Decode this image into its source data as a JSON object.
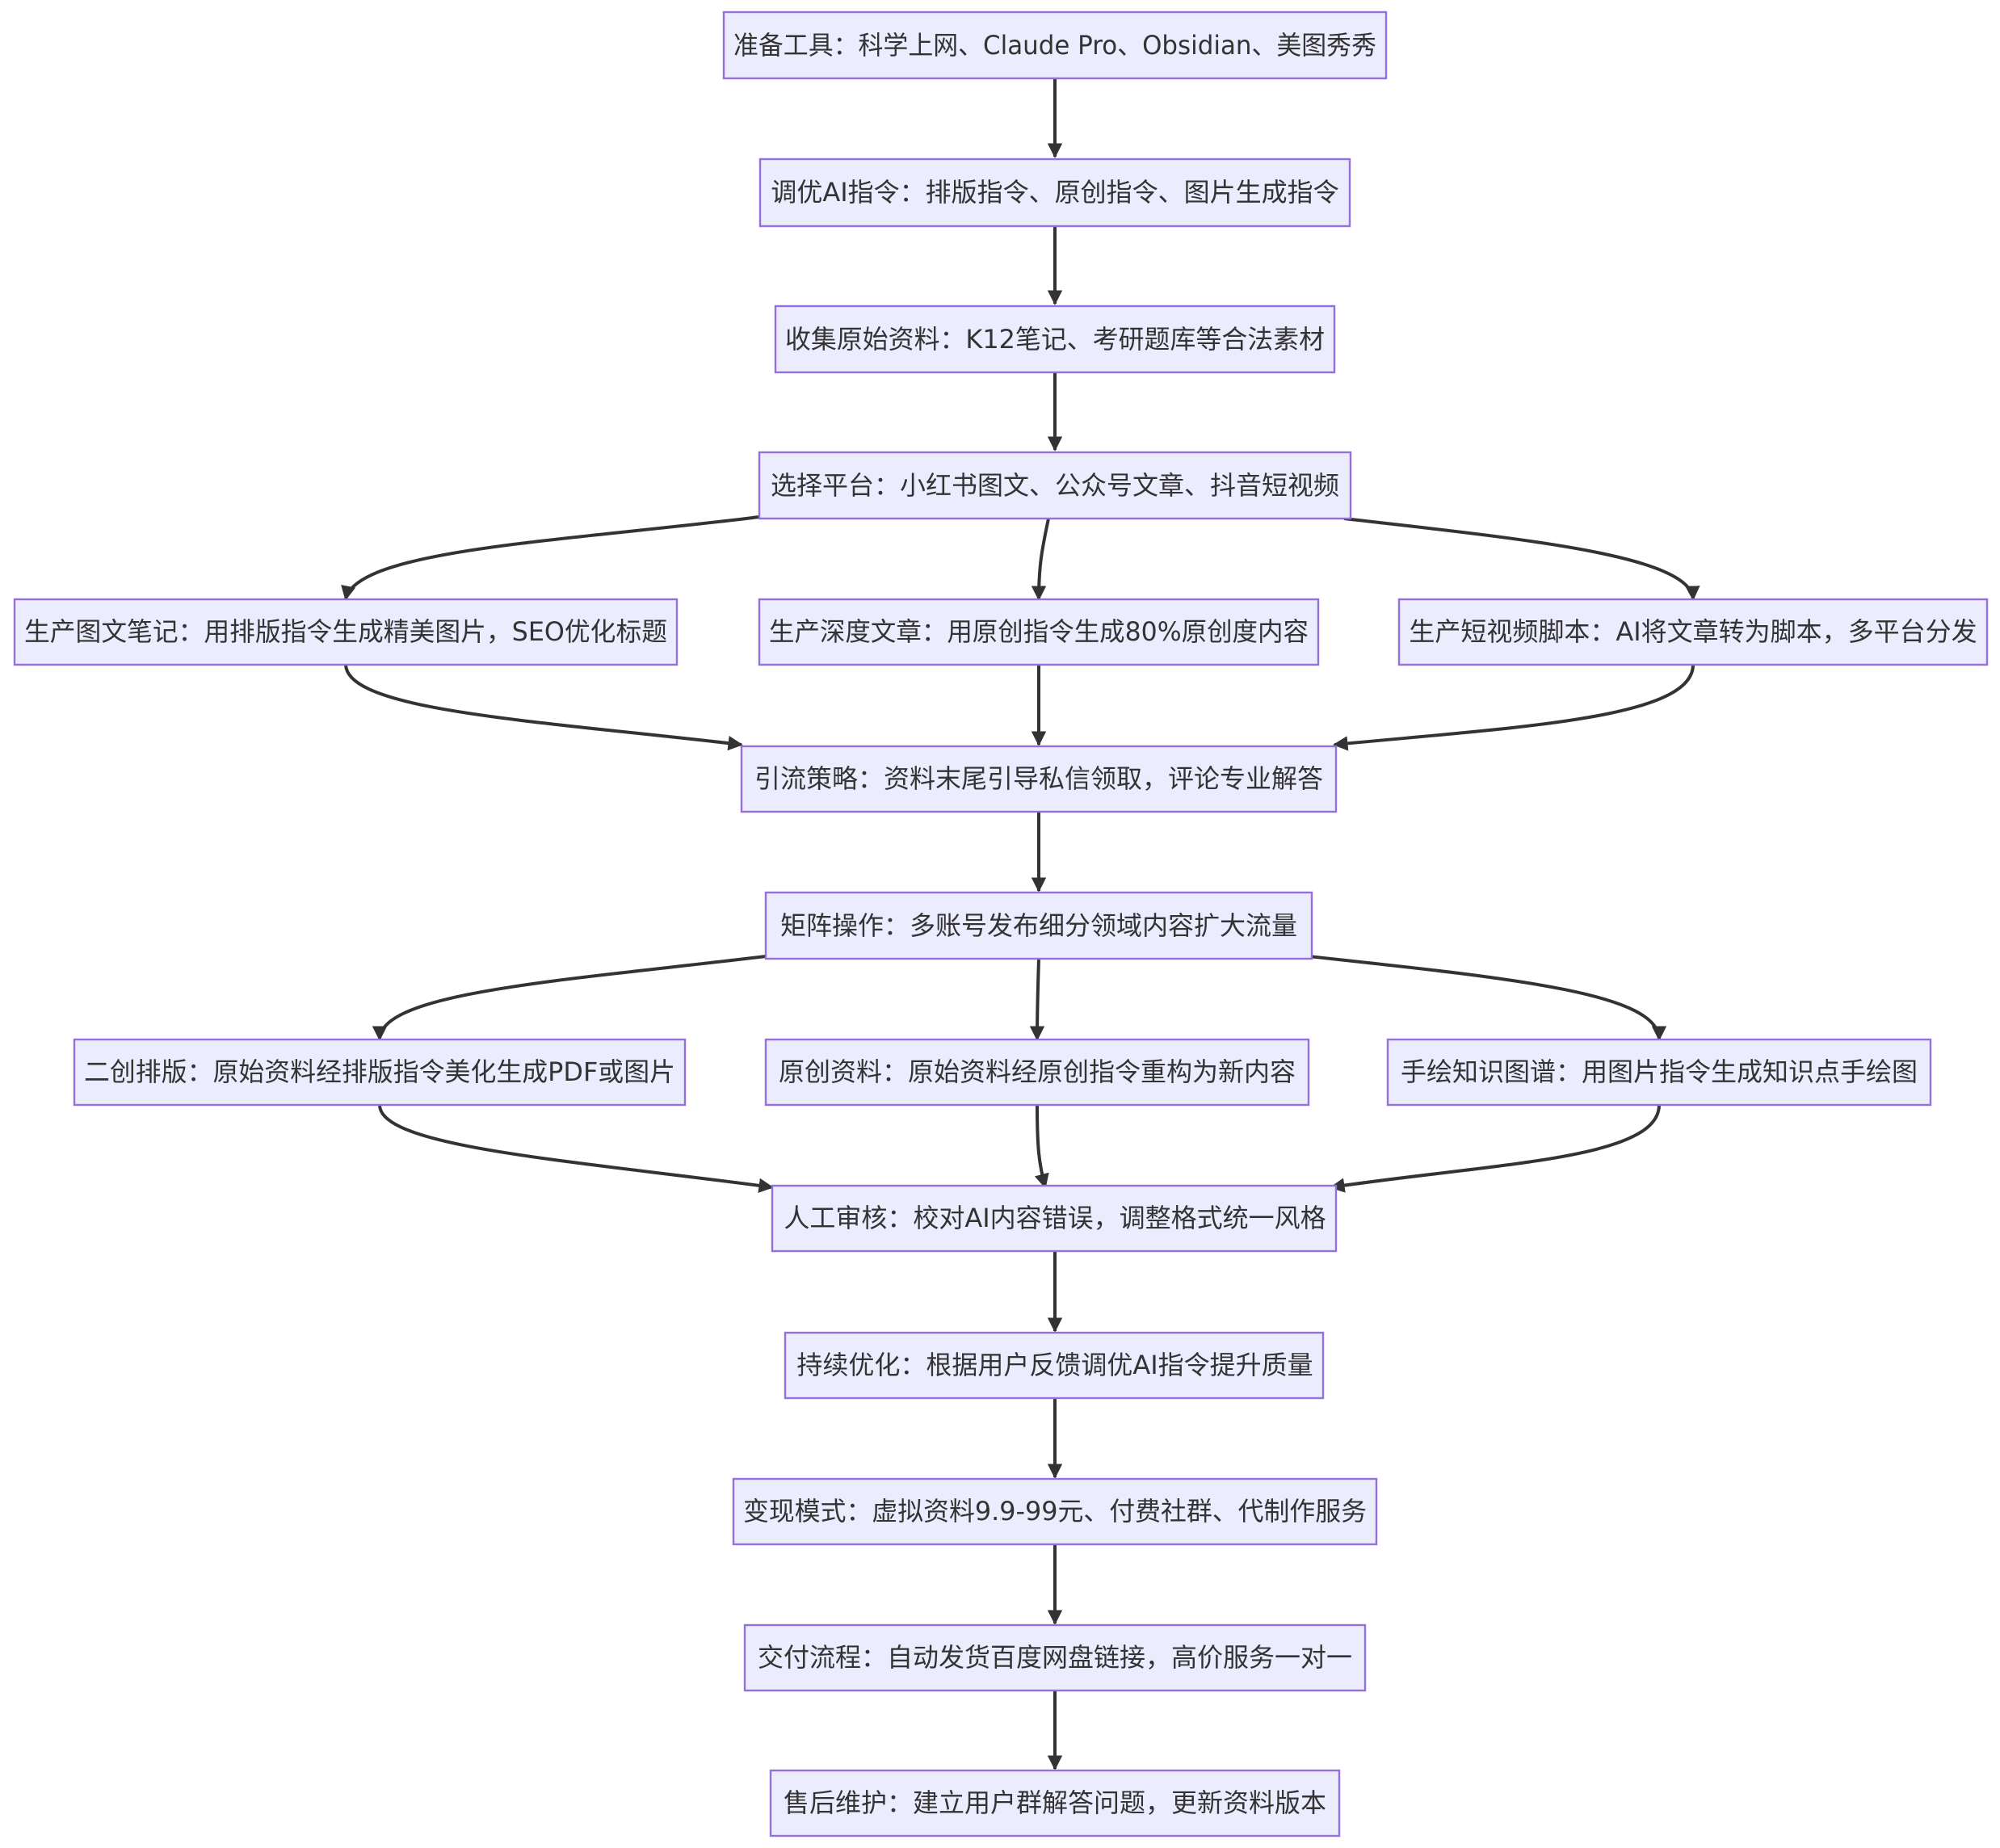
{
  "flowchart": {
    "nodes": [
      {
        "id": "n1",
        "label": "准备工具：科学上网、Claude Pro、Obsidian、美图秀秀"
      },
      {
        "id": "n2",
        "label": "调优AI指令：排版指令、原创指令、图片生成指令"
      },
      {
        "id": "n3",
        "label": "收集原始资料：K12笔记、考研题库等合法素材"
      },
      {
        "id": "n4",
        "label": "选择平台：小红书图文、公众号文章、抖音短视频"
      },
      {
        "id": "n5a",
        "label": "生产图文笔记：用排版指令生成精美图片，SEO优化标题"
      },
      {
        "id": "n5b",
        "label": "生产深度文章：用原创指令生成80%原创度内容"
      },
      {
        "id": "n5c",
        "label": "生产短视频脚本：AI将文章转为脚本，多平台分发"
      },
      {
        "id": "n6",
        "label": "引流策略：资料末尾引导私信领取，评论专业解答"
      },
      {
        "id": "n7",
        "label": "矩阵操作：多账号发布细分领域内容扩大流量"
      },
      {
        "id": "n8a",
        "label": "二创排版：原始资料经排版指令美化生成PDF或图片"
      },
      {
        "id": "n8b",
        "label": "原创资料：原始资料经原创指令重构为新内容"
      },
      {
        "id": "n8c",
        "label": "手绘知识图谱：用图片指令生成知识点手绘图"
      },
      {
        "id": "n9",
        "label": "人工审核：校对AI内容错误，调整格式统一风格"
      },
      {
        "id": "n10",
        "label": "持续优化：根据用户反馈调优AI指令提升质量"
      },
      {
        "id": "n11",
        "label": "变现模式：虚拟资料9.9-99元、付费社群、代制作服务"
      },
      {
        "id": "n12",
        "label": "交付流程：自动发货百度网盘链接，高价服务一对一"
      },
      {
        "id": "n13",
        "label": "售后维护：建立用户群解答问题，更新资料版本"
      }
    ],
    "edges": [
      {
        "from": "n1",
        "to": "n2"
      },
      {
        "from": "n2",
        "to": "n3"
      },
      {
        "from": "n3",
        "to": "n4"
      },
      {
        "from": "n4",
        "to": "n5a"
      },
      {
        "from": "n4",
        "to": "n5b"
      },
      {
        "from": "n4",
        "to": "n5c"
      },
      {
        "from": "n5a",
        "to": "n6"
      },
      {
        "from": "n5b",
        "to": "n6"
      },
      {
        "from": "n5c",
        "to": "n6"
      },
      {
        "from": "n6",
        "to": "n7"
      },
      {
        "from": "n7",
        "to": "n8a"
      },
      {
        "from": "n7",
        "to": "n8b"
      },
      {
        "from": "n7",
        "to": "n8c"
      },
      {
        "from": "n8a",
        "to": "n9"
      },
      {
        "from": "n8b",
        "to": "n9"
      },
      {
        "from": "n8c",
        "to": "n9"
      },
      {
        "from": "n9",
        "to": "n10"
      },
      {
        "from": "n10",
        "to": "n11"
      },
      {
        "from": "n11",
        "to": "n12"
      },
      {
        "from": "n12",
        "to": "n13"
      }
    ],
    "colors": {
      "node_fill": "#ECECFF",
      "node_stroke": "#9370DB",
      "edge": "#333333",
      "text": "#333333"
    }
  }
}
